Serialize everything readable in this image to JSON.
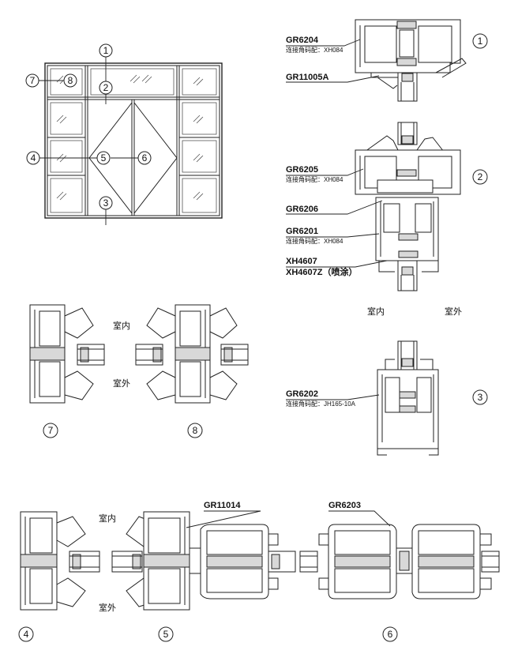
{
  "elevation_markers": [
    "1",
    "2",
    "3",
    "4",
    "5",
    "6",
    "7",
    "8"
  ],
  "callouts": {
    "s1_code_a": "GR6204",
    "s1_sub_a": "连接角码配：XH084",
    "s1_code_b": "GR11005A",
    "s2_code_a": "GR6205",
    "s2_sub_a": "连接角码配：XH084",
    "s2_code_b": "GR6206",
    "s2_code_c": "GR6201",
    "s2_sub_c": "连接角码配：XH084",
    "s2_code_d": "XH4607",
    "s2_code_e": "XH4607Z（喷涂）",
    "s3_code_a": "GR6202",
    "s3_sub_a": "连接角码配：JH165-10A",
    "s5_code": "GR11014",
    "s6_code": "GR6203"
  },
  "side_labels": {
    "indoor": "室内",
    "outdoor": "室外"
  },
  "section_numbers": {
    "n1": "1",
    "n2": "2",
    "n3": "3",
    "n4": "4",
    "n5": "5",
    "n6": "6",
    "n7": "7",
    "n8": "8"
  }
}
